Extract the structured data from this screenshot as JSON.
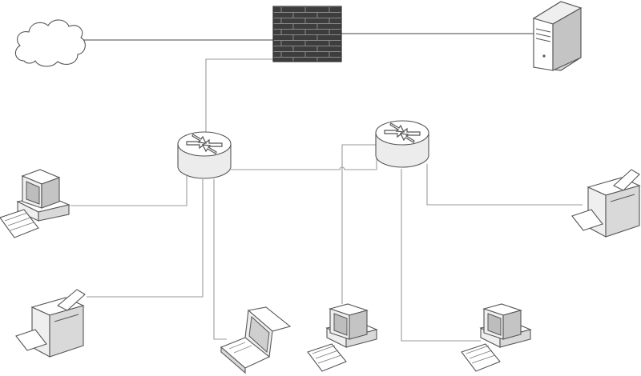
{
  "diagram": {
    "type": "network-topology",
    "nodes": [
      {
        "id": "cloud",
        "icon": "cloud-icon"
      },
      {
        "id": "firewall",
        "icon": "firewall-icon"
      },
      {
        "id": "server",
        "icon": "server-icon"
      },
      {
        "id": "router-1",
        "icon": "router-icon"
      },
      {
        "id": "router-2",
        "icon": "router-icon"
      },
      {
        "id": "desktop-left",
        "icon": "desktop-computer-icon"
      },
      {
        "id": "printer-left",
        "icon": "printer-icon"
      },
      {
        "id": "laptop",
        "icon": "laptop-icon"
      },
      {
        "id": "desktop-center",
        "icon": "desktop-computer-icon"
      },
      {
        "id": "desktop-right",
        "icon": "desktop-computer-icon"
      },
      {
        "id": "printer-right",
        "icon": "printer-icon"
      }
    ],
    "links": [
      [
        "cloud",
        "firewall"
      ],
      [
        "firewall",
        "server"
      ],
      [
        "firewall",
        "router-1"
      ],
      [
        "router-1",
        "router-2"
      ],
      [
        "router-1",
        "desktop-left"
      ],
      [
        "router-1",
        "printer-left"
      ],
      [
        "router-1",
        "laptop"
      ],
      [
        "router-2",
        "desktop-center"
      ],
      [
        "router-2",
        "desktop-right"
      ],
      [
        "router-2",
        "printer-right"
      ]
    ],
    "colors": {
      "line": "#9a9a9a",
      "firewall_brick": "#3d3d3d",
      "outline": "#555555"
    }
  }
}
